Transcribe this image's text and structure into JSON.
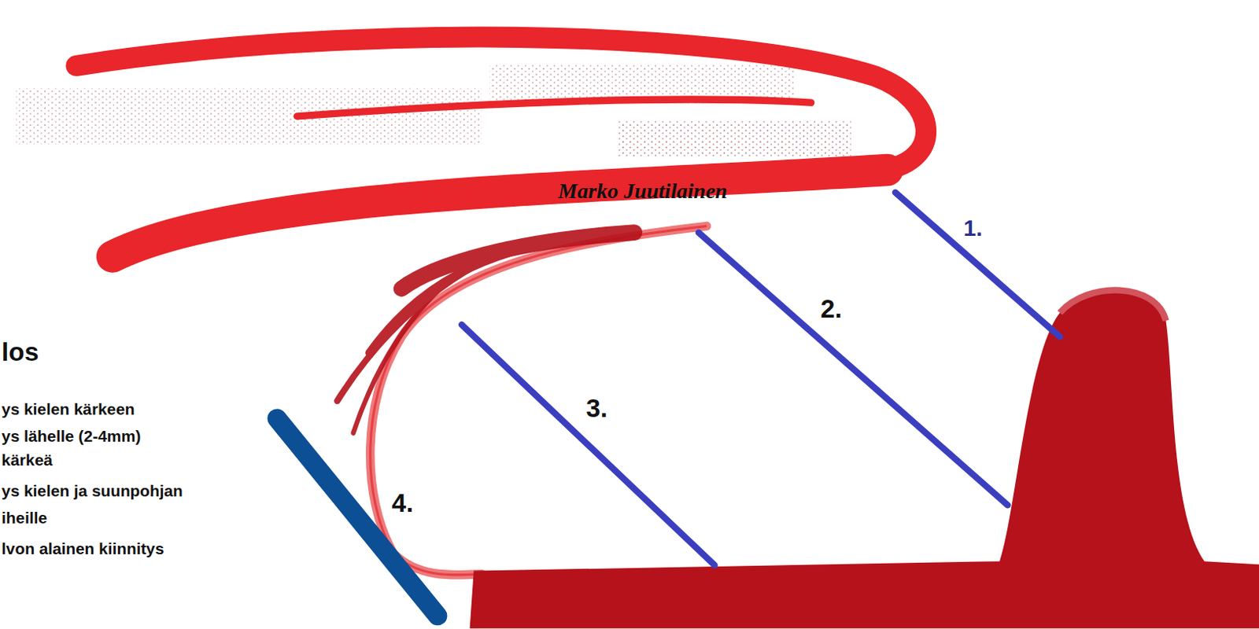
{
  "diagram": {
    "title": "los",
    "labels": [
      "ys kielen kärkeen",
      "ys lähelle (2-4mm)",
      "kärkeä",
      "ys kielen ja suunpohjan",
      "iheille",
      "lvon alainen kiinnitys",
      "Marko Juutilainen",
      "1.",
      "2.",
      "3.",
      "4."
    ]
  }
}
